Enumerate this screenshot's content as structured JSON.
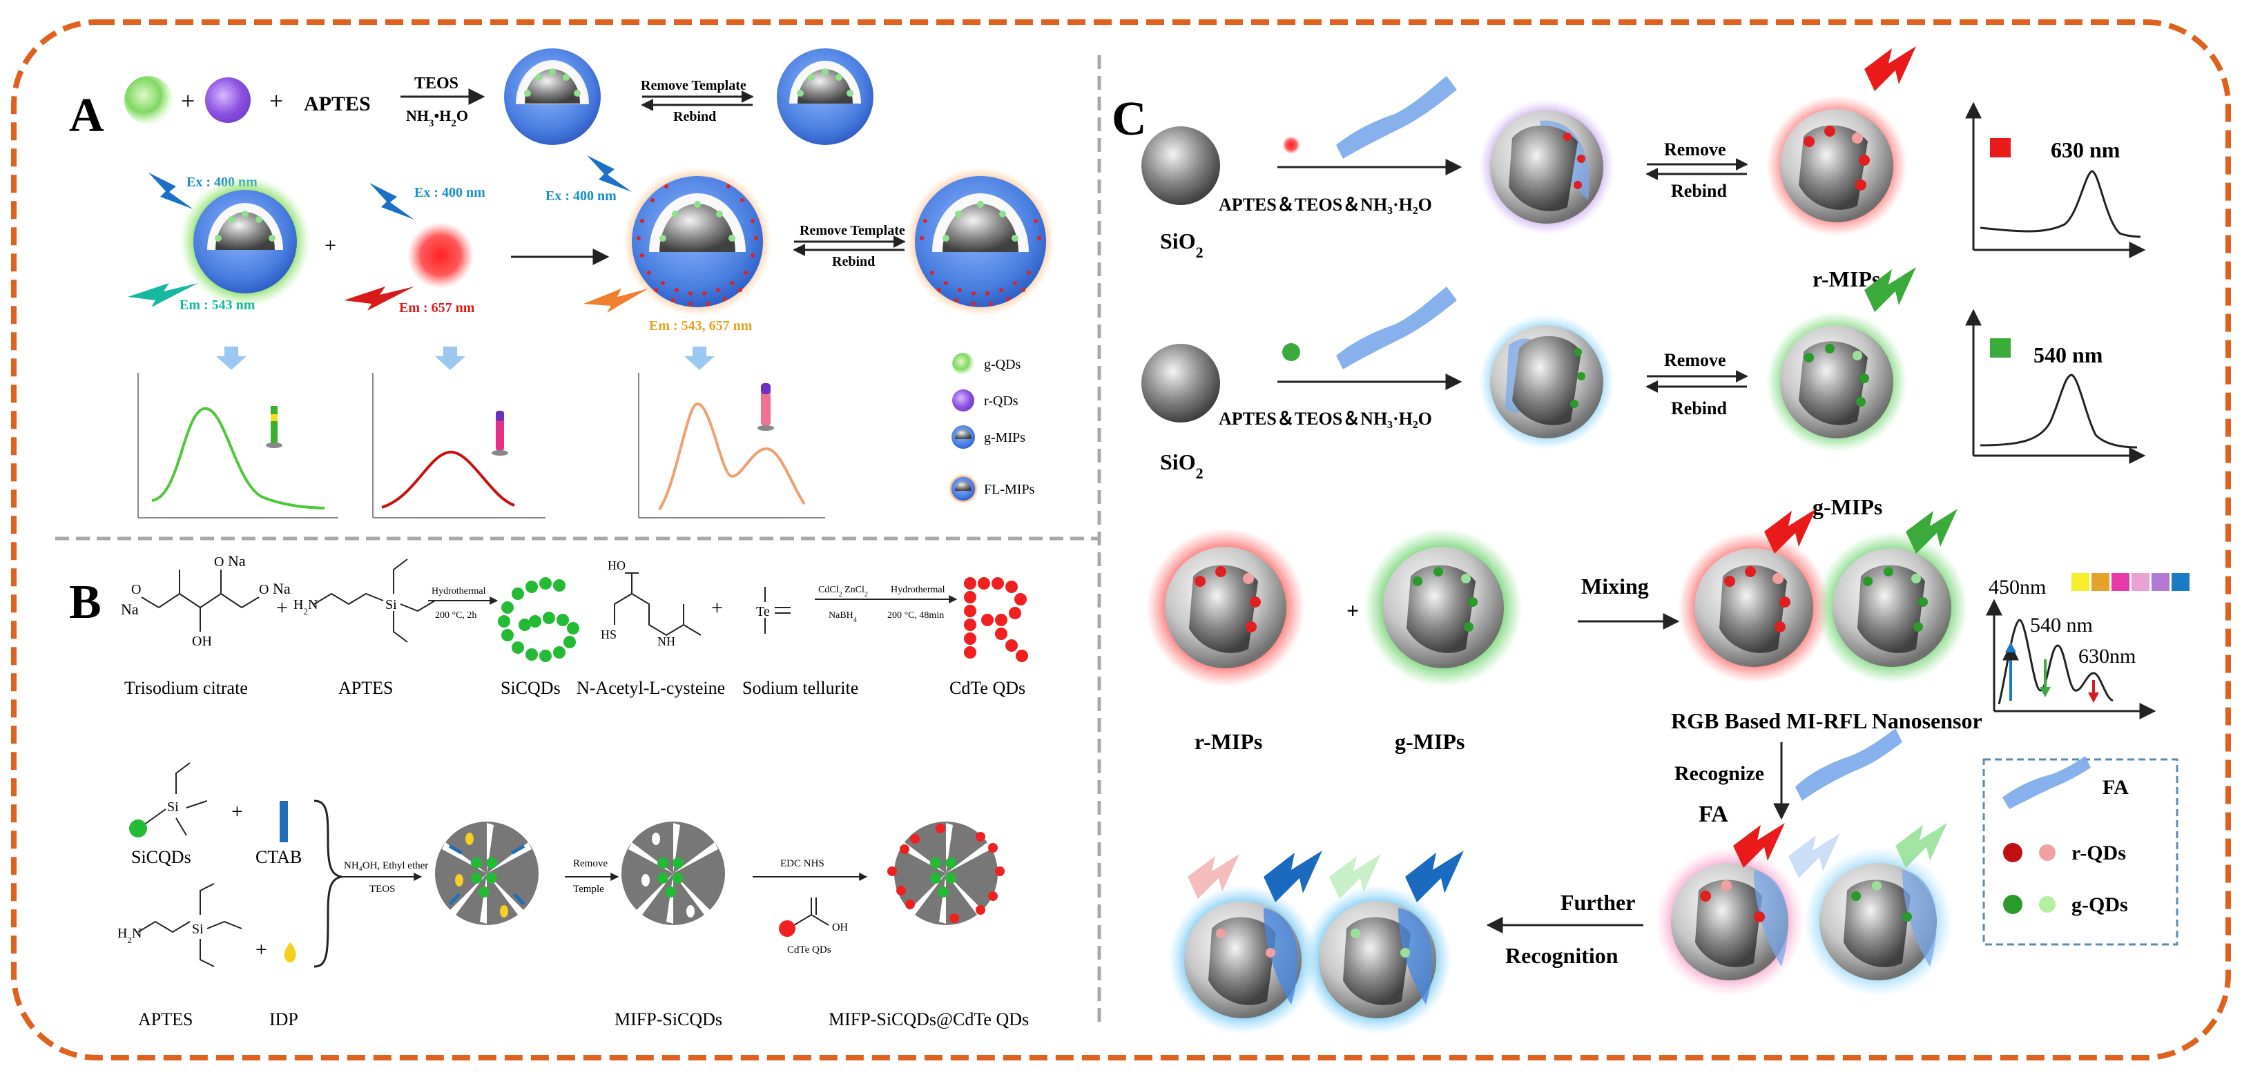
{
  "colors": {
    "frame": "#e0601e",
    "divider": "#a8a8a8",
    "green_qd": "#3ec83e",
    "red_qd": "#e8141e",
    "purple_qd": "#9966dd",
    "mip_blue": "#4a7fe0",
    "cyan_label": "#1a8fc8",
    "green_label": "#16b8a0",
    "red_label": "#e01818",
    "orange_label": "#e8a020",
    "curve_green": "#4cc83a",
    "curve_red": "#cc1010",
    "curve_orange": "#f0a070",
    "legend_box": "#5a8cb0",
    "arrow_blue": "#2a80d0",
    "arrow_green": "#3aaa3a",
    "arrow_red": "#d81a1a",
    "silica": "#808080",
    "cdte_red": "#f02020",
    "sicqd_green": "#22bb33",
    "ctab_blue": "#1f6fb8",
    "idp_yellow": "#f5d020"
  },
  "panelA": {
    "label": "A",
    "plus1": "+",
    "plus2": "+",
    "aptes": "APTES",
    "teos": "TEOS",
    "nh3_main": "NH",
    "nh3_sub": "3",
    "nh3_tail": "•H",
    "h2o_sub": "2",
    "h2o_tail": "O",
    "remove_template_1": "Remove Template",
    "rebind_1": "Rebind",
    "ex_green": "Ex : 400 nm",
    "em_green": "Em : 543 nm",
    "plus3": "+",
    "ex_red": "Ex : 400 nm",
    "em_red": "Em : 657 nm",
    "ex_fl": "Ex : 400 nm",
    "em_fl": "Em : 543, 657 nm",
    "remove_template_2": "Remove Template",
    "rebind_2": "Rebind",
    "legend": [
      "g-QDs",
      "r-QDs",
      "g-MIPs",
      "FL-MIPs"
    ]
  },
  "panelB": {
    "label": "B",
    "na1": "Na",
    "na2": "Na",
    "na3": "Na",
    "o_minus_1": "O",
    "o_minus_2": "O",
    "o_minus_3": "O",
    "oh": "OH",
    "plus_1": "+",
    "plus_2": "+",
    "h2n_1": "H",
    "h2n_1_tail": "N",
    "si_1": "Si",
    "hydrothermal_1": "Hydrothermal",
    "cond_1": "200 °C, 2h",
    "ho_nac": "HO",
    "hs": "HS",
    "nh_nac": "NH",
    "te": "Te",
    "cdcl2": "CdCl",
    "zncl2": "ZnCl",
    "nabh4": "NaBH",
    "hydrothermal_2": "Hydrothermal",
    "cond_2": "200 °C, 48min",
    "names": [
      "Trisodium citrate",
      "APTES",
      "SiCQDs",
      "N-Acetyl-L-cysteine",
      "Sodium tellurite",
      "CdTe QDs"
    ],
    "si_2": "Si",
    "sicqds_label": "SiCQDs",
    "plus_3": "+",
    "ctab": "CTAB",
    "h2n_2": "H",
    "h2n_2_tail": "N",
    "si_3": "Si",
    "plus_4": "+",
    "reaction_1": "NH₄OH, Ethyl ether",
    "reaction_1_sub": "TEOS",
    "remove": "Remove",
    "temple": "Temple",
    "edc_nhs": "EDC    NHS",
    "oh_acid": "OH",
    "cdte_small": "CdTe QDs",
    "aptes_2": "APTES",
    "idp": "IDP",
    "mifp_sicqds": "MIFP-SiCQDs",
    "mifp_cdte": "MIFP-SiCQDs@CdTe QDs"
  },
  "panelC": {
    "label": "C",
    "sio2_1": "SiO",
    "sio2_1_sub": "2",
    "cond_1": "APTES＆TEOS＆NH₃·H₂O",
    "remove_1": "Remove",
    "rebind_1": "Rebind",
    "peak_r": "630 nm",
    "r_mips_1": "r-MIPs",
    "sio2_2": "SiO",
    "sio2_2_sub": "2",
    "cond_2": "APTES＆TEOS＆NH₃·H₂O",
    "remove_2": "Remove",
    "rebind_2": "Rebind",
    "peak_g": "540 nm",
    "g_mips_1": "g-MIPs",
    "plus": "+",
    "mixing": "Mixing",
    "r_mips_2": "r-MIPs",
    "g_mips_2": "g-MIPs",
    "nm450": "450nm",
    "nm540": "540 nm",
    "nm630": "630nm",
    "sensor": "RGB Based MI-RFL Nanosensor",
    "recognize": "Recognize",
    "fa_main": "FA",
    "legend_fa": "FA",
    "legend_r": "r-QDs",
    "legend_g": "g-QDs",
    "further": "Further",
    "recognition": "Recognition",
    "swatches": [
      "#f6ee2a",
      "#e6a22a",
      "#e83aa8",
      "#e8a2d6",
      "#b07ad6",
      "#1a7ac6"
    ]
  }
}
